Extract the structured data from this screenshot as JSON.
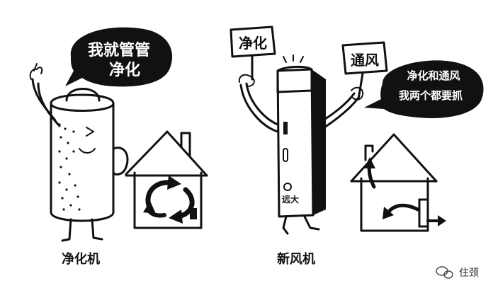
{
  "left_panel": {
    "bubble_line1": "我就管管",
    "bubble_line2": "净化",
    "caption": "净化机"
  },
  "right_panel": {
    "sign_left": "净化",
    "sign_right": "通风",
    "bubble_line1": "净化和通风",
    "bubble_line2": "我两个都要抓",
    "device_brand": "远大",
    "caption": "新风机"
  },
  "watermark": {
    "icon": "wechat-icon",
    "text": "住颈"
  },
  "colors": {
    "ink": "#111111",
    "background": "#ffffff"
  }
}
